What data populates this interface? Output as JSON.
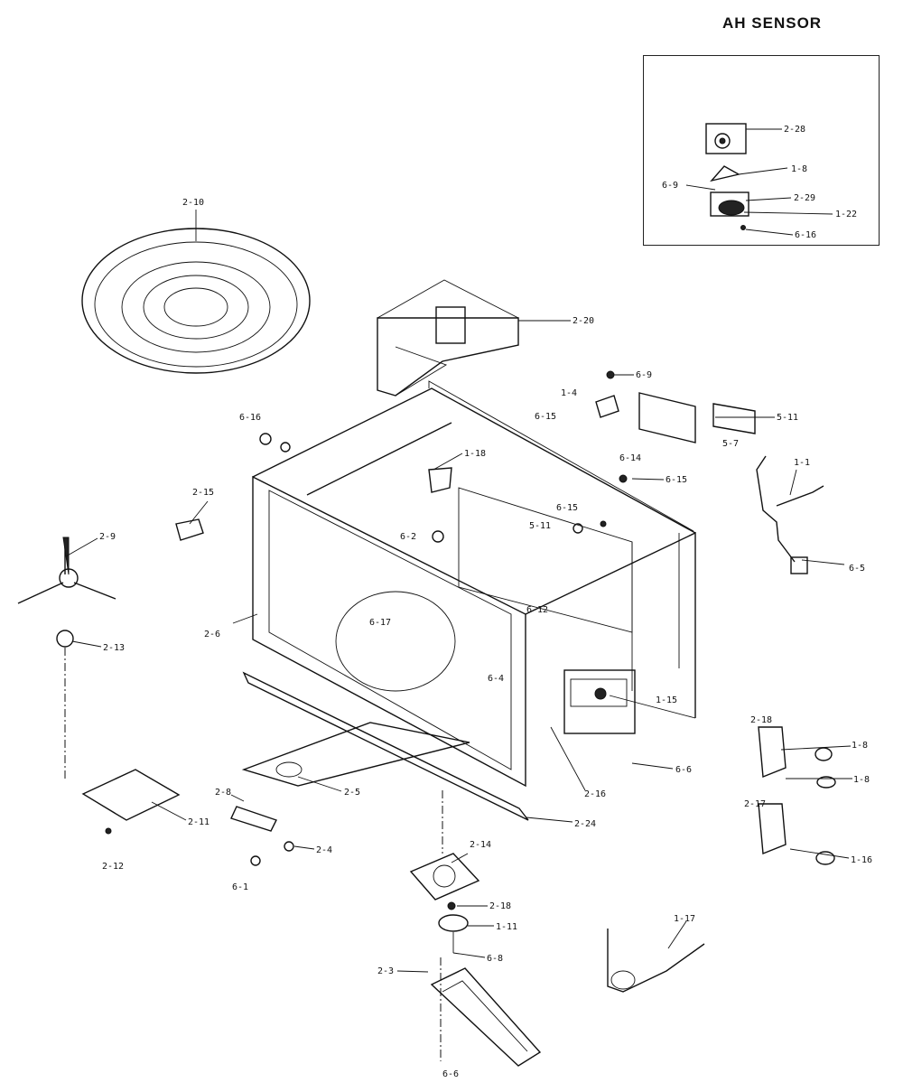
{
  "title": "AH SENSOR",
  "labels": {
    "turntable": "2-10",
    "fan_duct": "2-20",
    "inset_cover": "2-28",
    "inset_screw_top": "1-8",
    "inset_screw_left": "6-9",
    "inset_bracket": "2-29",
    "inset_sensor": "1-22",
    "inset_screw_bottom": "6-16",
    "screw_69": "6-9",
    "switch_14": "1-4",
    "screw_615a": "6-15",
    "plate_511": "5-11",
    "plate_57": "5-7",
    "screw_614": "6-14",
    "screw_615b": "6-15",
    "screw_615c": "6-15",
    "cord_11": "1-1",
    "screw_65": "6-5",
    "screw_616": "6-16",
    "thermo_118": "1-18",
    "screw_62": "6-2",
    "label_511": "5-11",
    "screw_612": "6-12",
    "lever_215": "2-15",
    "roller_29": "2-9",
    "roller_shaft_213": "2-13",
    "frame_26": "2-6",
    "screw_617": "6-17",
    "screw_64": "6-4",
    "magnetron_115": "1-15",
    "switch_218": "2-18",
    "sw_18a": "1-8",
    "sw_18b": "1-8",
    "screw_66": "6-6",
    "bracket_216": "2-16",
    "switch_217": "2-17",
    "sw_116": "1-16",
    "plate_25": "2-5",
    "lever_28": "2-8",
    "cover_211": "2-11",
    "rail_224": "2-24",
    "screw_24": "2-4",
    "screw_212": "2-12",
    "screw_61": "6-1",
    "motor_plate_214": "2-14",
    "coupler_218": "2-18",
    "motor_111": "1-11",
    "screw_68": "6-8",
    "fuse_117": "1-17",
    "bracket_23": "2-3",
    "screw_66b": "6-6"
  }
}
